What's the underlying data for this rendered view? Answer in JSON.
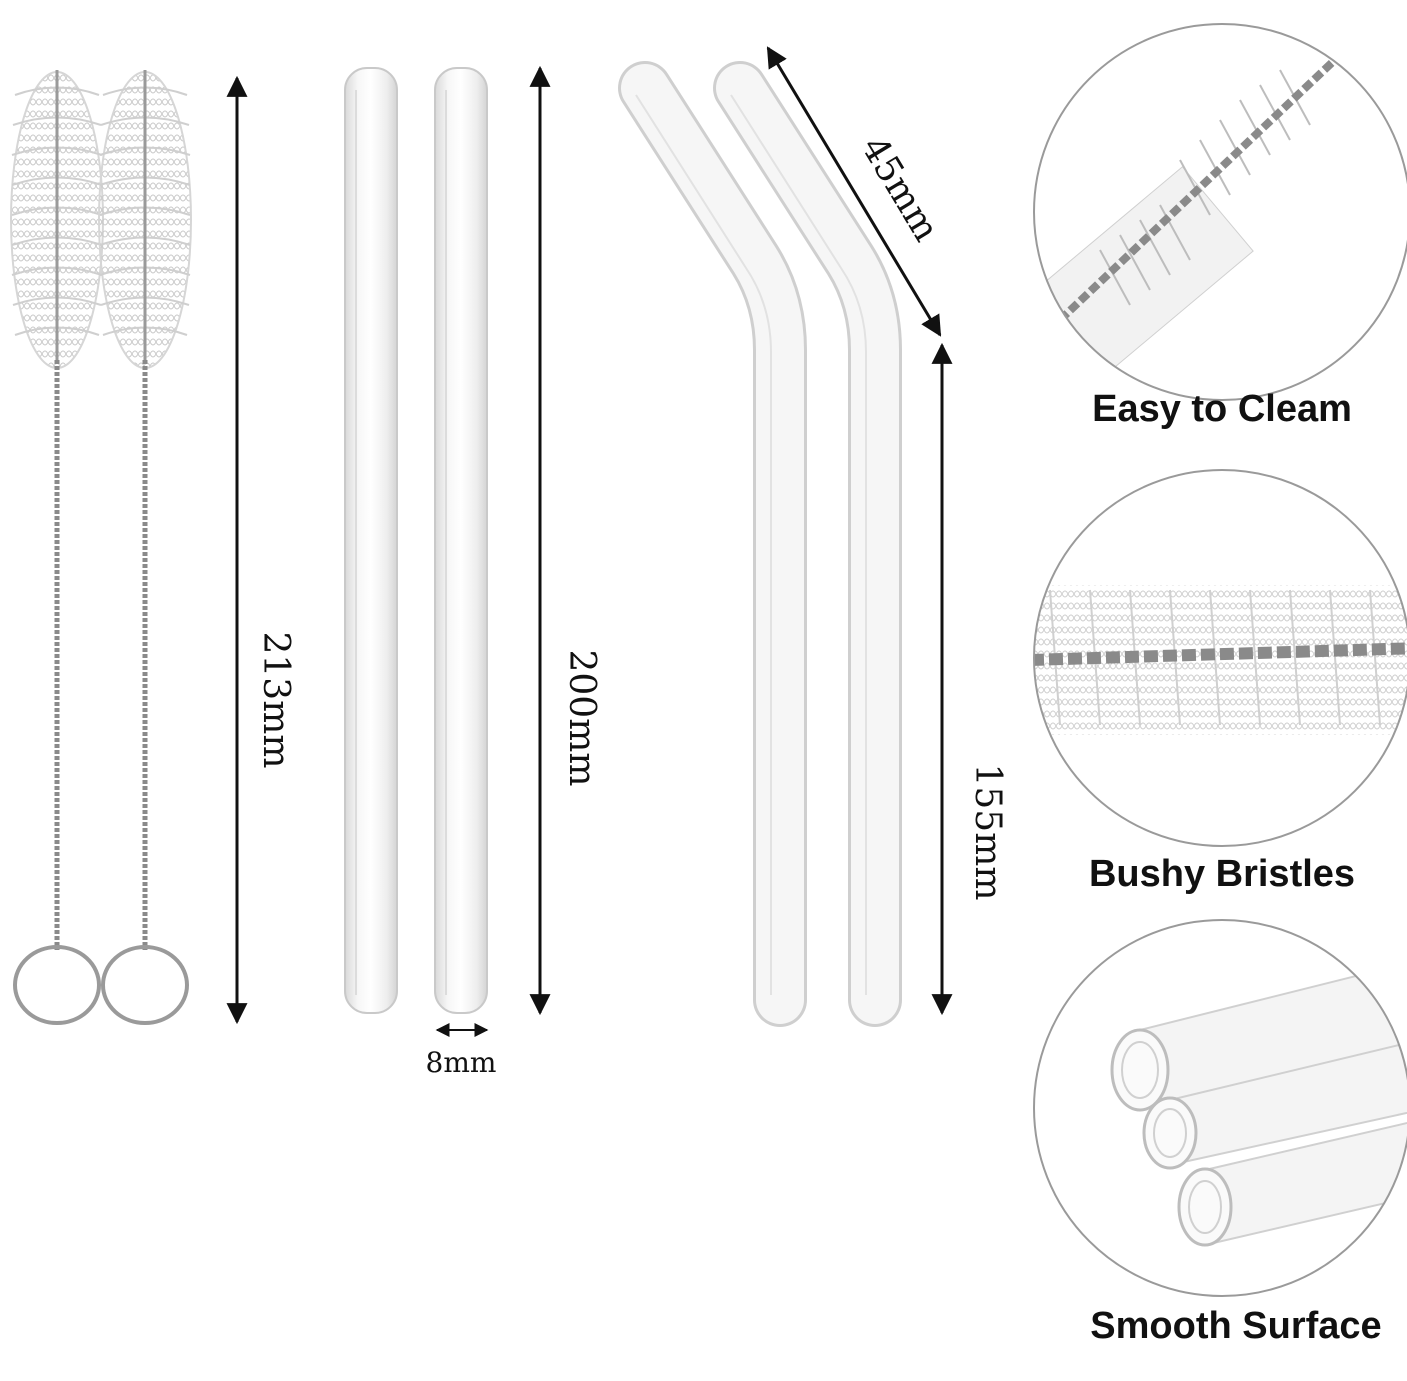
{
  "dimensions": {
    "brush_length": "213mm",
    "straight_straw_length": "200mm",
    "bent_tip_length": "45mm",
    "bent_body_length": "155mm",
    "straw_diameter": "8mm"
  },
  "features": [
    {
      "label": "Easy to Cleam",
      "icon": "brush-tip-closeup"
    },
    {
      "label": "Bushy Bristles",
      "icon": "bristles-closeup"
    },
    {
      "label": "Smooth Surface",
      "icon": "straw-ends-closeup"
    }
  ],
  "colors": {
    "background": "#ffffff",
    "text": "#111111",
    "glass": "#e6e6e6",
    "wire": "#8a8a8a",
    "circle_border": "#9a9a9a"
  }
}
